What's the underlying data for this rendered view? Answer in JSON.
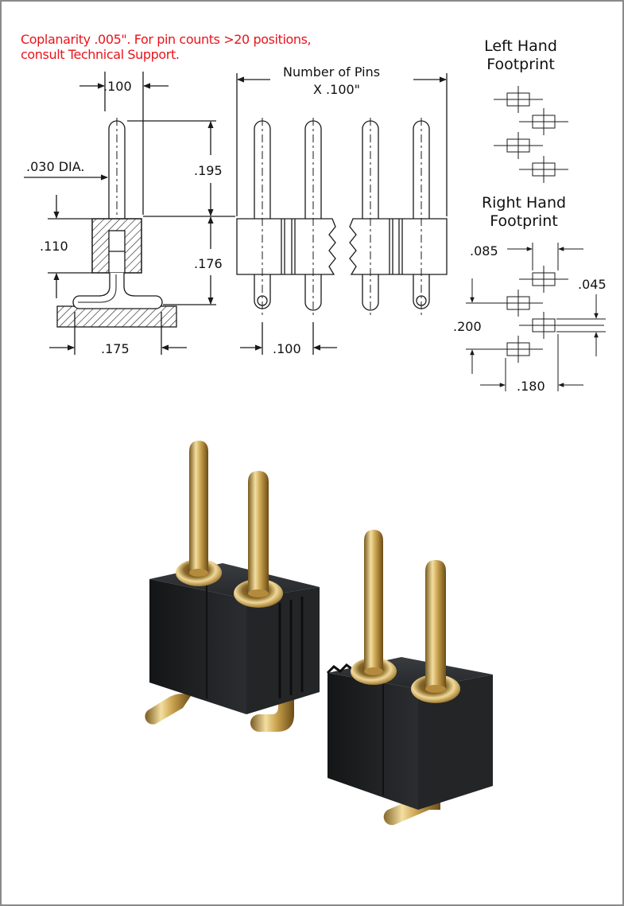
{
  "note": {
    "line1": "Coplanarity .005\". For pin counts >20 positions,",
    "line2": "consult Technical Support.",
    "color": "#e8141b"
  },
  "side_view": {
    "dim_pitch_top": ".100",
    "dim_pin_dia": ".030 DIA.",
    "dim_post_len": ".195",
    "dim_body_offset": ".110",
    "dim_body_height": ".176",
    "dim_foot_len": ".175"
  },
  "front_view": {
    "label_line1": "Number  of  Pins",
    "label_line2": "X  .100\"",
    "dim_pitch": ".100"
  },
  "footprints": {
    "left_title_line1": "Left Hand",
    "left_title_line2": "Footprint",
    "right_title_line1": "Right Hand",
    "right_title_line2": "Footprint",
    "dim_085": ".085",
    "dim_045": ".045",
    "dim_200": ".200",
    "dim_180": ".180"
  },
  "colors": {
    "line": "#1a1a1a",
    "gold_light": "#f3dea0",
    "gold_mid": "#c9a24e",
    "gold_dark": "#7a5a1e",
    "body_dark": "#1d1e1f",
    "body_mid": "#34373a"
  }
}
